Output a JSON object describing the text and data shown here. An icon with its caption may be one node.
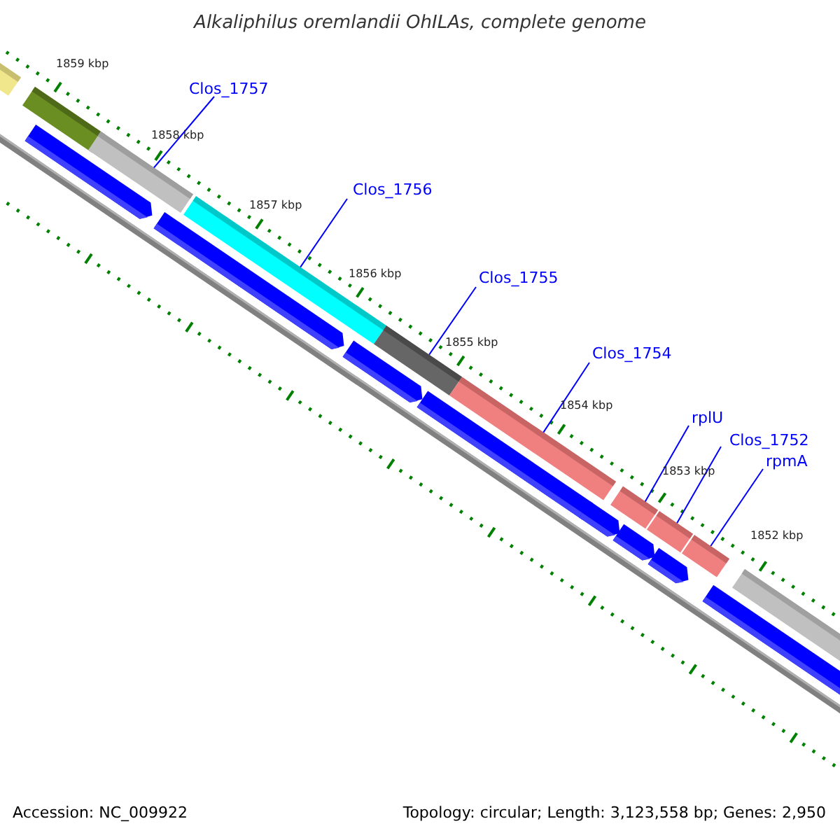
{
  "diagram": {
    "title": "Alkaliphilus oremlandii OhILAs, complete genome",
    "nodes": [
      {
        "text": [
          "Clos_1757"
        ]
      },
      {
        "text": [
          "Clos_1756"
        ]
      },
      {
        "text": [
          "Clos_1755"
        ]
      },
      {
        "text": [
          "Clos_1754"
        ]
      },
      {
        "text": [
          "rplU"
        ]
      },
      {
        "text": [
          "Clos_1752"
        ]
      },
      {
        "text": [
          "rpmA"
        ]
      },
      {
        "text": [],
        "shape": "bar"
      },
      {
        "text": [],
        "shape": "bar"
      },
      {
        "text": [],
        "shape": "bar"
      },
      {
        "text": [],
        "shape": "bar"
      },
      {
        "text": [],
        "shape": "bar"
      },
      {
        "text": [],
        "shape": "bar"
      },
      {
        "text": [],
        "shape": "bar"
      }
    ],
    "edges": [
      {
        "from": 0,
        "to": 7,
        "arrow": "none"
      },
      {
        "from": 1,
        "to": 8,
        "arrow": "none"
      },
      {
        "from": 2,
        "to": 9,
        "arrow": "none"
      },
      {
        "from": 3,
        "to": 10,
        "arrow": "none"
      },
      {
        "from": 4,
        "to": 11,
        "arrow": "none"
      },
      {
        "from": 5,
        "to": 12,
        "arrow": "none"
      },
      {
        "from": 6,
        "to": 13,
        "arrow": "none"
      }
    ],
    "labels": [
      "1859 kbp",
      "1858 kbp",
      "1857 kbp",
      "1856 kbp",
      "1855 kbp",
      "1854 kbp",
      "1853 kbp",
      "1852 kbp",
      "Accession: NC_009922",
      "Topology: circular; Length: 3,123,558 bp; Genes: 2,950"
    ]
  }
}
